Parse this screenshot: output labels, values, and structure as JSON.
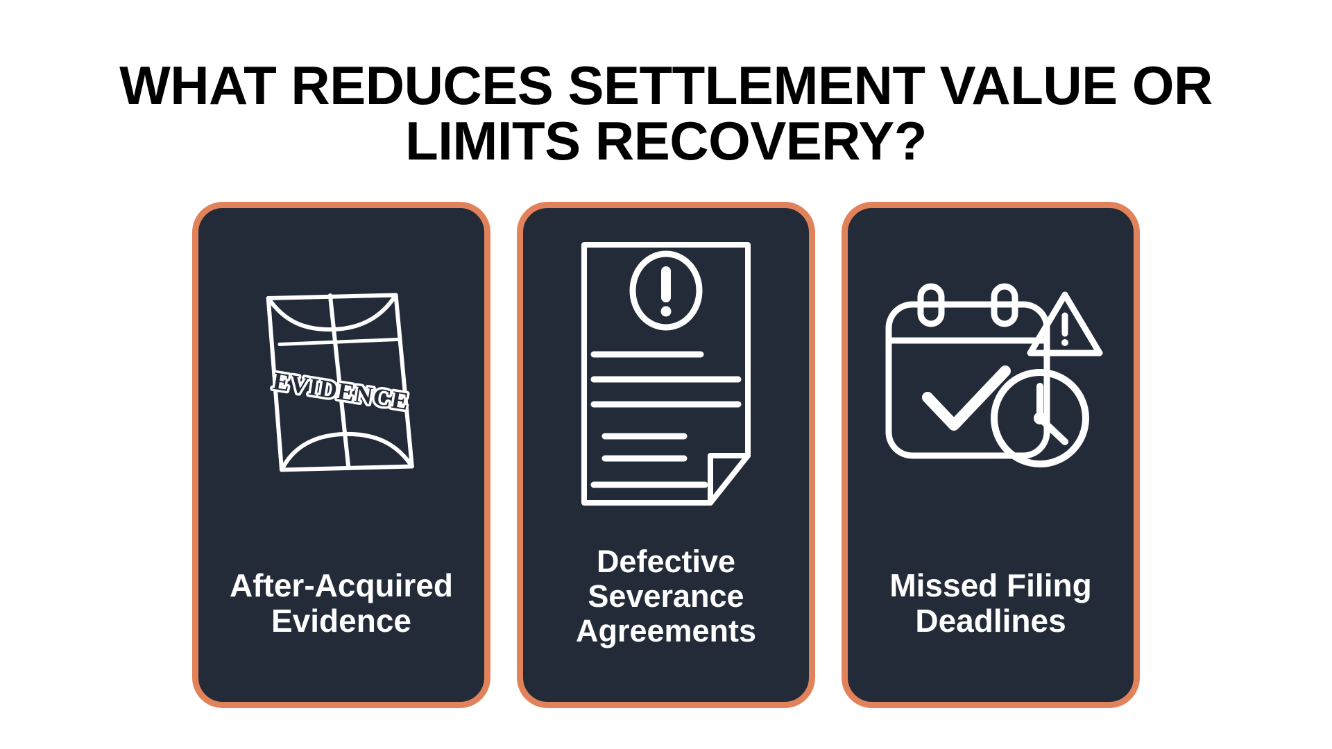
{
  "slide": {
    "background_color": "#FFFFFF",
    "title": "WHAT REDUCES SETTLEMENT VALUE OR\nLIMITS RECOVERY?",
    "title_color": "#000000"
  },
  "theme": {
    "accent_color": "#E2825A",
    "card_background": "#232A38",
    "card_text_color": "#FFFFFF",
    "icon_stroke_color": "#FFFFFF"
  },
  "cards": [
    {
      "label": "After-Acquired\nEvidence",
      "icon": "evidence-envelope-icon",
      "icon_text": "EVIDENCE"
    },
    {
      "label": "Defective\nSeverance\nAgreements",
      "icon": "document-warning-icon"
    },
    {
      "label": "Missed Filing\nDeadlines",
      "icon": "calendar-clock-warning-icon"
    }
  ]
}
